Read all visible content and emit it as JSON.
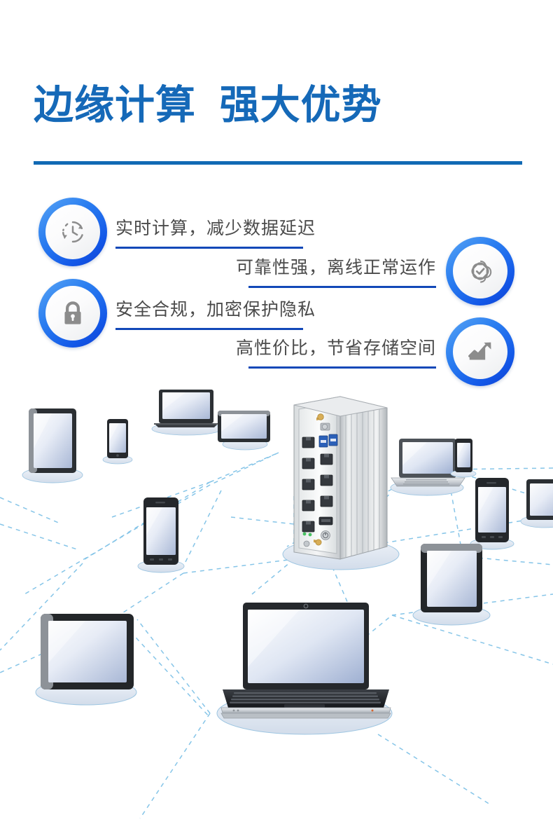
{
  "page": {
    "title": "边缘计算  强大优势",
    "accent_color": "#1569b8",
    "rule_color": "#1069b4",
    "text_color": "#4b4b4b",
    "background_color": "#ffffff"
  },
  "features": [
    {
      "id": "realtime",
      "label": "实时计算，减少数据延迟",
      "icon": "clock-history-icon",
      "side": "left"
    },
    {
      "id": "reliability",
      "label": "可靠性强，离线正常运作",
      "icon": "verified-check-icon",
      "side": "right"
    },
    {
      "id": "security",
      "label": "安全合规，加密保护隐私",
      "icon": "lock-icon",
      "side": "left"
    },
    {
      "id": "cost",
      "label": "高性价比，节省存储空间",
      "icon": "growth-chart-icon",
      "side": "right"
    }
  ],
  "scene": {
    "name": "edge-computing-network-diagram",
    "hub": {
      "name": "industrial-edge-computer",
      "ports": [
        "LAN",
        "USB 3.0",
        "HDMI",
        "antenna",
        "power-button",
        "status-led"
      ]
    },
    "devices": [
      "tablet-vertical-left",
      "phone-small-upper",
      "laptop-dark-upper",
      "tablet-small-upper",
      "phone-large-left",
      "tablet-large-bottom-left",
      "laptop-featured-bottom",
      "laptop-silver-right",
      "phone-small-right",
      "phone-large-right",
      "tablet-right",
      "tablet-far-right"
    ],
    "link_style": "dashed",
    "link_color": "#86c5e8",
    "device_base_color": "#dfe6f0"
  }
}
